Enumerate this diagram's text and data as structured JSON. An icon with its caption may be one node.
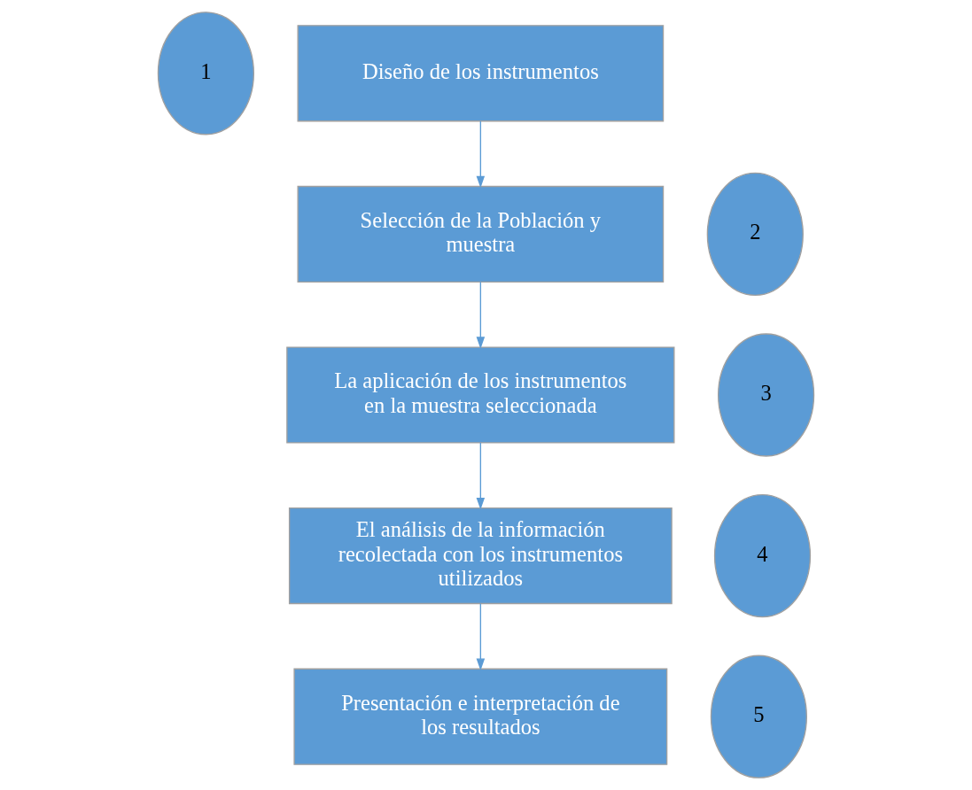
{
  "diagram": {
    "nodes": [
      {
        "text": [
          "1"
        ]
      },
      {
        "text": [
          "Diseño de los instrumentos"
        ]
      },
      {
        "text": [
          "2"
        ]
      },
      {
        "text": [
          "Selección de la Población y muestra"
        ]
      },
      {
        "text": [
          "3"
        ]
      },
      {
        "text": [
          "La aplicación de los instrumentos en la muestra seleccionada"
        ]
      },
      {
        "text": [
          "4"
        ]
      },
      {
        "text": [
          "El análisis de la información recolectada con los instrumentos utilizados"
        ]
      },
      {
        "text": [
          "5"
        ]
      },
      {
        "text": [
          "Presentación e interpretación de los resultados"
        ]
      }
    ],
    "edges": [
      {
        "from": 1,
        "to": 3,
        "arrow": "to"
      },
      {
        "from": 3,
        "to": 5,
        "arrow": "to"
      },
      {
        "from": 5,
        "to": 7,
        "arrow": "to"
      },
      {
        "from": 7,
        "to": 9,
        "arrow": "to"
      }
    ]
  }
}
